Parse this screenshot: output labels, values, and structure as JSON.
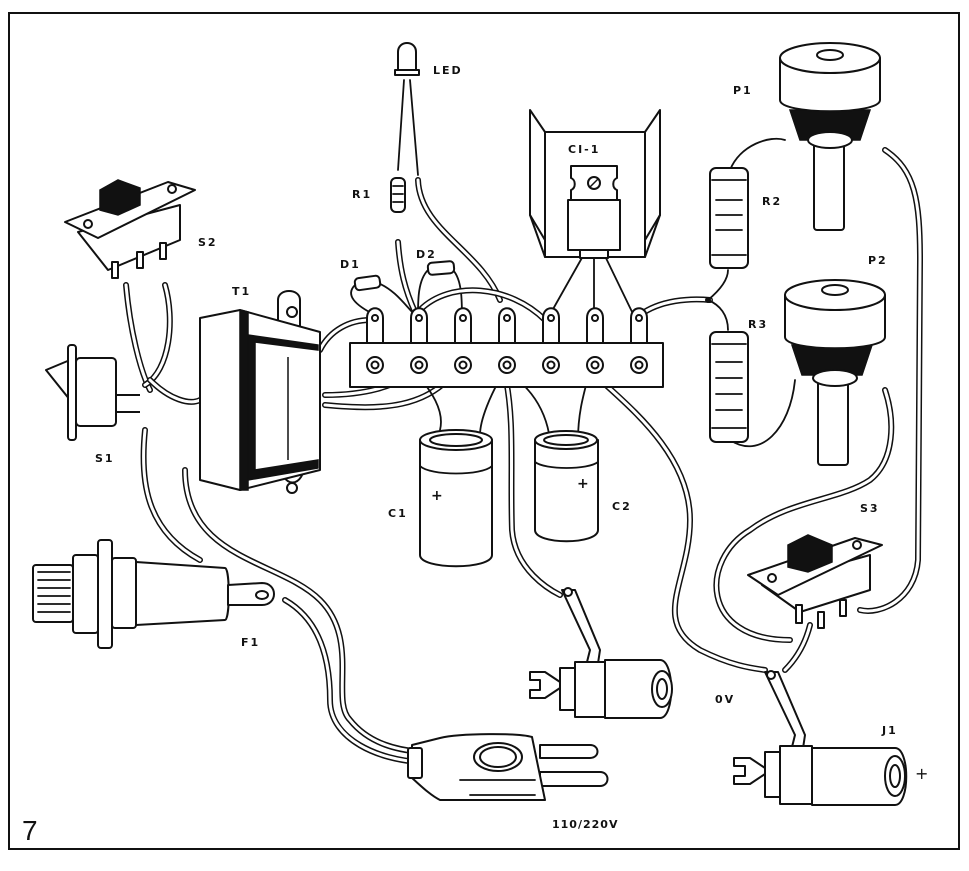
{
  "figure": {
    "number": "7",
    "description": "Wiring diagram of a power supply assembly",
    "ink_color": "#111111",
    "background_color": "#ffffff"
  },
  "labels": {
    "led": "LED",
    "r1": "R1",
    "r2": "R2",
    "r3": "R3",
    "d1": "D1",
    "d2": "D2",
    "ci1": "CI-1",
    "p1": "P1",
    "p2": "P2",
    "s1": "S1",
    "s2": "S2",
    "s3": "S3",
    "t1": "T1",
    "c1": "C1",
    "c2": "C2",
    "f1": "F1",
    "j1": "J1",
    "j1_polarity": "+",
    "ground_terminal": "0V",
    "mains_plug": "110/220V",
    "c1_polarity": "+",
    "c2_polarity": "+"
  },
  "components": [
    {
      "id": "LED",
      "type": "led"
    },
    {
      "id": "R1",
      "type": "resistor"
    },
    {
      "id": "R2",
      "type": "resistor"
    },
    {
      "id": "R3",
      "type": "resistor"
    },
    {
      "id": "D1",
      "type": "diode"
    },
    {
      "id": "D2",
      "type": "diode"
    },
    {
      "id": "CI-1",
      "type": "voltage-regulator-with-heatsink"
    },
    {
      "id": "P1",
      "type": "potentiometer"
    },
    {
      "id": "P2",
      "type": "potentiometer"
    },
    {
      "id": "S1",
      "type": "rocker-switch"
    },
    {
      "id": "S2",
      "type": "slide-switch"
    },
    {
      "id": "S3",
      "type": "slide-switch"
    },
    {
      "id": "T1",
      "type": "transformer"
    },
    {
      "id": "C1",
      "type": "electrolytic-capacitor"
    },
    {
      "id": "C2",
      "type": "electrolytic-capacitor"
    },
    {
      "id": "F1",
      "type": "fuse-holder"
    },
    {
      "id": "J1",
      "type": "binding-post",
      "polarity": "+"
    },
    {
      "id": "0V",
      "type": "binding-post"
    },
    {
      "id": "110/220V",
      "type": "mains-plug"
    }
  ],
  "terminal_strip": {
    "terminals": 7
  }
}
